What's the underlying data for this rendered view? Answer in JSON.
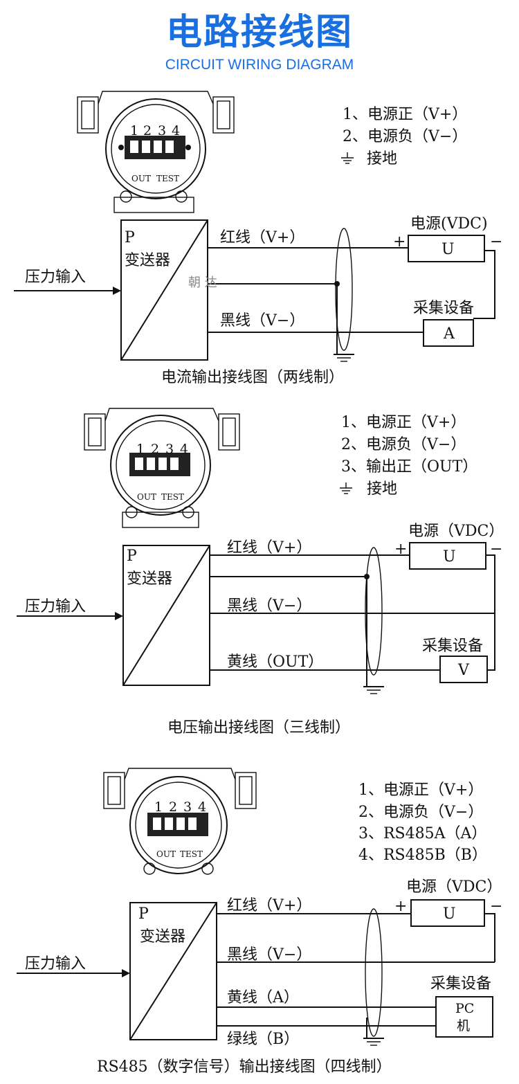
{
  "header": {
    "title": "电路接线图",
    "subtitle": "CIRCUIT WIRING DIAGRAM"
  },
  "colors": {
    "accent": "#1a6fe0"
  },
  "terminal_numbers": [
    "1",
    "2",
    "3",
    "4"
  ],
  "terminal_tags": {
    "out": "OUT",
    "test": "TEST"
  },
  "common": {
    "p": "P",
    "transmitter": "变送器",
    "pressure_input": "压力输入",
    "power_label_1": "电源(VDC)",
    "power_label": "电源（VDC）",
    "u": "U",
    "acq": "采集设备",
    "plus": "+",
    "minus": "−"
  },
  "diagram1": {
    "legend": [
      "1、电源正（V+）",
      "2、电源负（V−）",
      "接地"
    ],
    "red": "红线（V+）",
    "black": "黑线（V−）",
    "meter": "A",
    "watermark": "朝 达",
    "caption": "电流输出接线图（两线制）"
  },
  "diagram2": {
    "legend": [
      "1、电源正（V+）",
      "2、电源负（V−）",
      "3、输出正（OUT）",
      "接地"
    ],
    "red": "红线（V+）",
    "black": "黑线（V−）",
    "yellow": "黄线（OUT）",
    "meter": "V",
    "caption": "电压输出接线图（三线制）"
  },
  "diagram3": {
    "legend": [
      "1、电源正（V+）",
      "2、电源负（V−）",
      "3、RS485A（A）",
      "4、RS485B（B）"
    ],
    "red": "红线（V+）",
    "black": "黑线（V−）",
    "yellow": "黄线（A）",
    "green": "绿线（B）",
    "pc_1": "PC",
    "pc_2": "机",
    "caption": "RS485（数字信号）输出接线图（四线制）"
  }
}
